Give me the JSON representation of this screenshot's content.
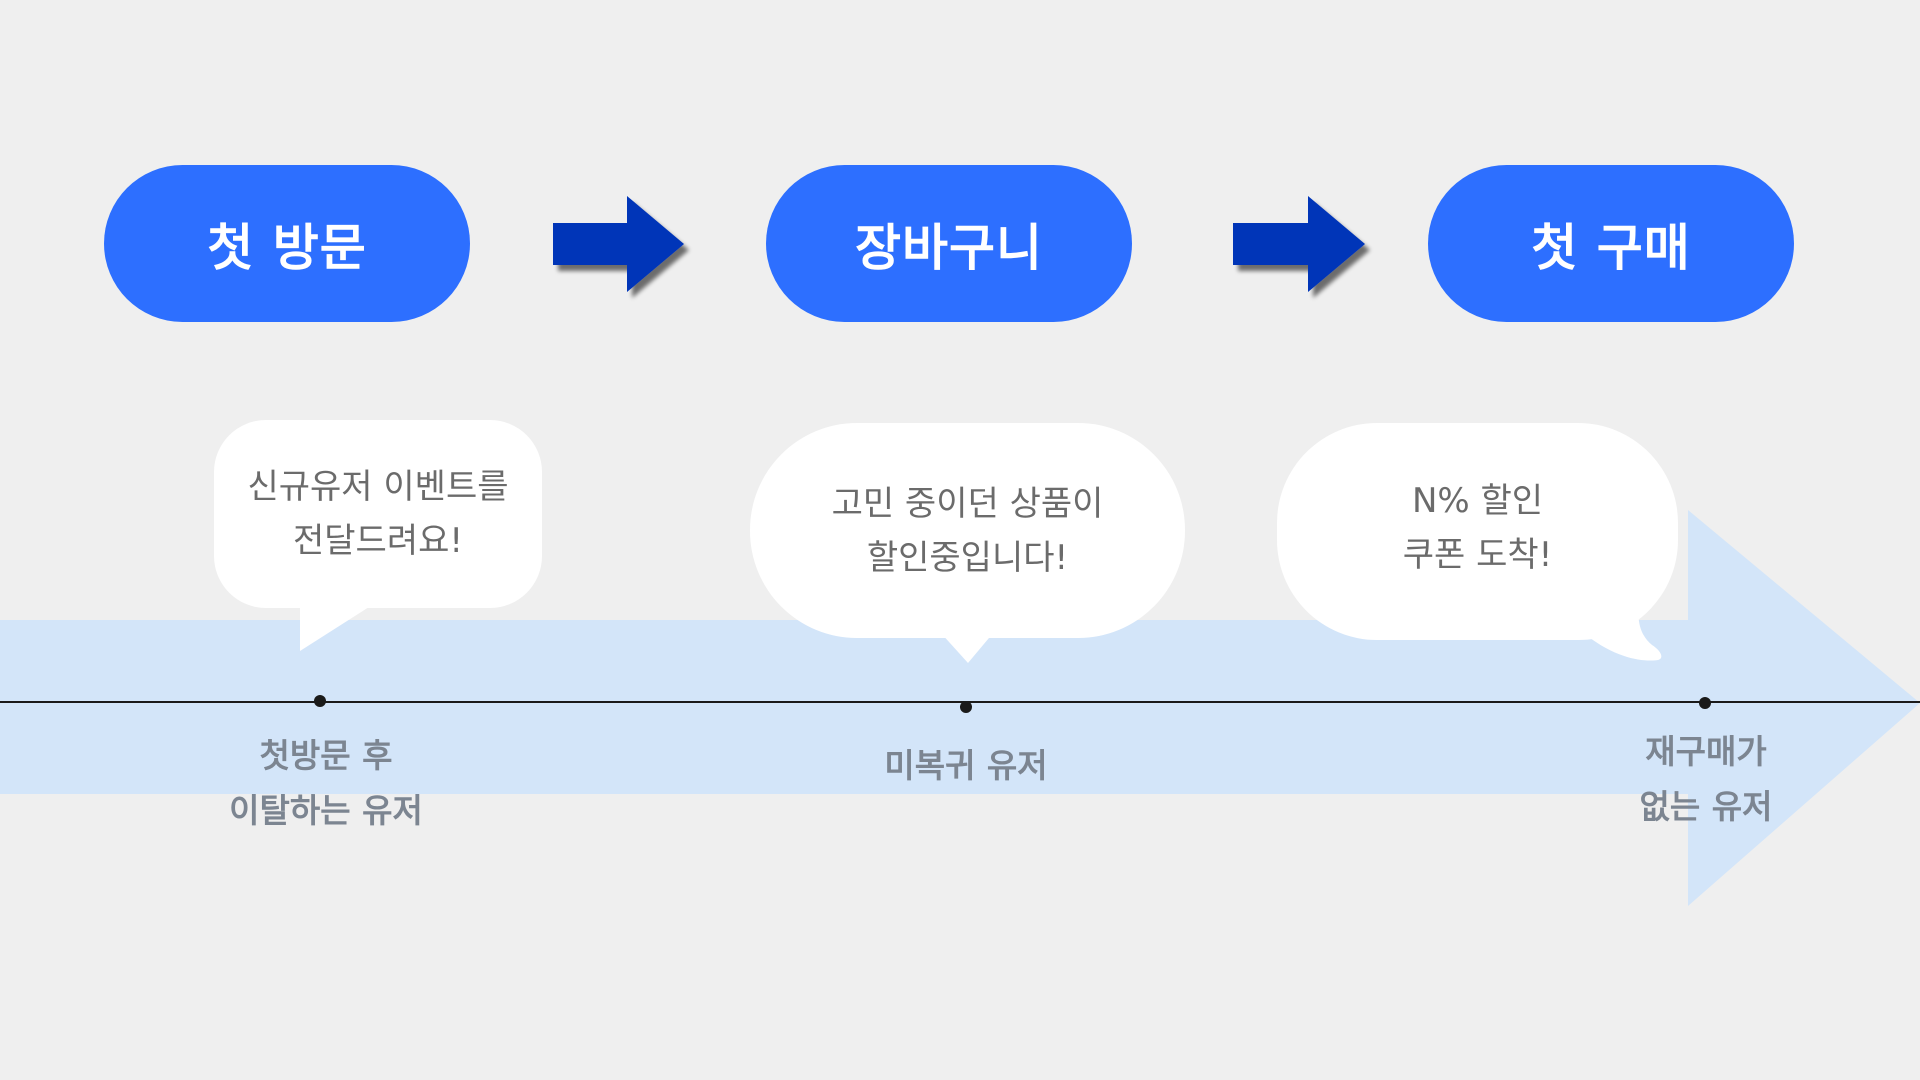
{
  "colors": {
    "background": "#efefef",
    "pill": "#2d6fff",
    "flow_arrow": "#0036b8",
    "timeline_band": "#d3e5f9",
    "bubble": "#ffffff",
    "bubble_text": "#6b6b6b",
    "stage_label_text": "#7c8591",
    "timeline_line": "#1a1a1a"
  },
  "funnel": {
    "steps": [
      {
        "label": "첫 방문"
      },
      {
        "label": "장바구니"
      },
      {
        "label": "첫 구매"
      }
    ],
    "arrow_icon": "right-arrow-icon"
  },
  "bubbles": [
    {
      "line1": "신규유저 이벤트를",
      "line2": "전달드려요!"
    },
    {
      "line1": "고민 중이던 상품이",
      "line2": "할인중입니다!"
    },
    {
      "line1": "N% 할인",
      "line2": "쿠폰 도착!"
    }
  ],
  "timeline": {
    "points": [
      {
        "line1": "첫방문 후",
        "line2": "이탈하는 유저"
      },
      {
        "line1": "미복귀 유저"
      },
      {
        "line1": "재구매가",
        "line2": "없는 유저"
      }
    ]
  }
}
